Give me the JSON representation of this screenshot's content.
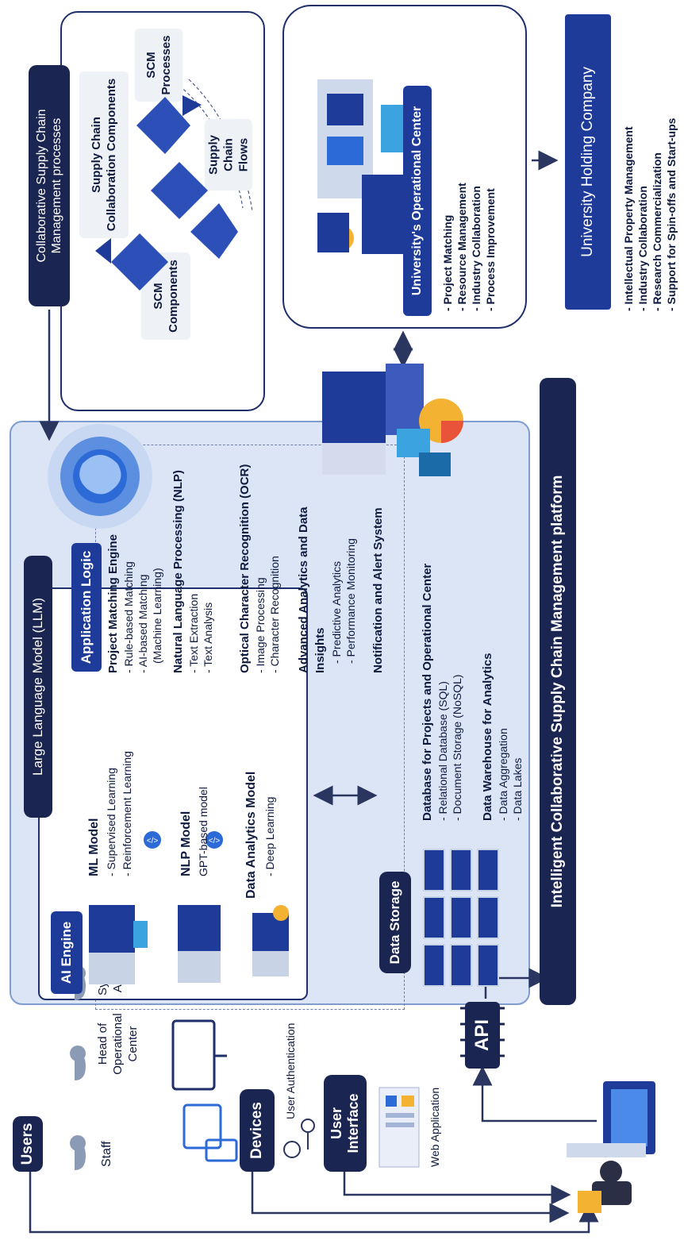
{
  "users": {
    "title": "Users",
    "roles": [
      "Staff",
      "Head of Operational Center",
      "System Admin"
    ]
  },
  "devices": {
    "title": "Devices",
    "auth_label": "User Authentication"
  },
  "user_interface": {
    "title": "User Interface",
    "web_app_label": "Web Application"
  },
  "api": {
    "label": "API"
  },
  "platform": {
    "title": "Intelligent Collaborative Supply Chain Management platform",
    "llm_title": "Large Language Model (LLM)",
    "ai_engine": {
      "title": "AI Engine",
      "models": [
        {
          "name": "ML Model",
          "items": [
            "- Supervised Learning",
            "- Reinforcement Learning"
          ]
        },
        {
          "name": "NLP Model",
          "items": [
            "GPT-based model"
          ]
        },
        {
          "name": "Data Analytics Model",
          "items": [
            "- Deep Learning"
          ]
        }
      ]
    },
    "app_logic": {
      "title": "Application Logic",
      "sections": [
        {
          "title": "Project Matching Engine",
          "items": [
            "- Rule-based Matching",
            "- AI-based Matching",
            "(Machine Learning)"
          ]
        },
        {
          "title": "Natural Language Processing (NLP)",
          "items": [
            "- Text Extraction",
            "- Text Analysis"
          ]
        },
        {
          "title": "Optical Character Recognition (OCR)",
          "items": [
            "- Image Processing",
            "- Character Recognition"
          ]
        },
        {
          "title": "Advanced Analytics and Data Insights",
          "items": [
            "- Predictive Analytics",
            "- Performance Monitoring"
          ]
        },
        {
          "title": "Notification and Alert System",
          "items": []
        }
      ]
    },
    "data_storage": {
      "title": "Data Storage",
      "sections": [
        {
          "title": "Database for Projects and Operational Center",
          "items": [
            "- Relational Database (SQL)",
            "- Document Storage (NoSQL)"
          ]
        },
        {
          "title": "Data Warehouse for Analytics",
          "items": [
            "- Data Aggregation",
            "- Data Lakes"
          ]
        }
      ]
    }
  },
  "scm": {
    "title": "Collaborative Supply Chain Management processes",
    "components": [
      "SCM Components",
      "Supply Chain Collaboration Components",
      "SCM Processes",
      "Supply Chain Flows"
    ]
  },
  "operational_center": {
    "title": "University's Operational Center",
    "items": [
      "- Project Matching",
      "- Resource Management",
      "- Industry Collaboration",
      "- Process Improvement"
    ]
  },
  "holding": {
    "title": "University Holding Company",
    "items": [
      "- Intellectual Property Management",
      "- Industry Collaboration",
      "- Research Commercialization",
      "- Support for Spin-offs and Start-ups"
    ]
  },
  "colors": {
    "navy": "#1b2552",
    "accent_blue": "#1f3b9a",
    "panel_bg": "#dbe5f6",
    "text": "#0e1a3d"
  }
}
